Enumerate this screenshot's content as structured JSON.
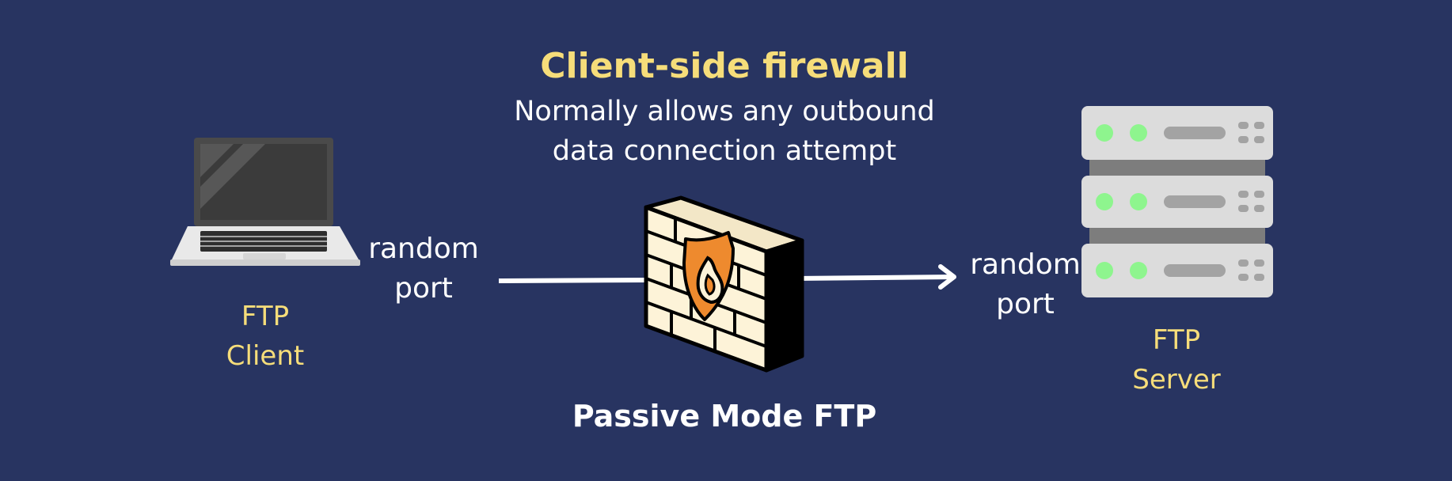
{
  "firewall": {
    "title": "Client-side firewall",
    "description_line1": "Normally allows any outbound",
    "description_line2": "data connection attempt"
  },
  "client": {
    "label_line1": "FTP",
    "label_line2": "Client",
    "port_line1": "random",
    "port_line2": "port"
  },
  "server": {
    "label_line1": "FTP",
    "label_line2": "Server",
    "port_line1": "random",
    "port_line2": "port"
  },
  "caption": "Passive Mode FTP",
  "colors": {
    "background": "#283461",
    "accent": "#f6dd7a",
    "text": "#ffffff",
    "shield": "#ee8a2e",
    "led": "#8ef58e"
  }
}
